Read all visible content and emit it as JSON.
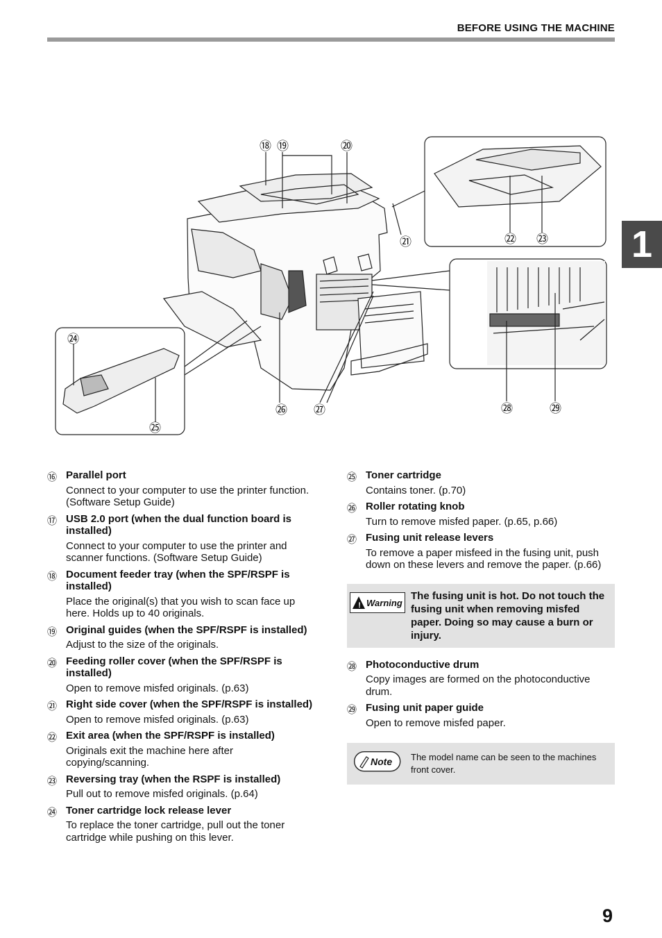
{
  "header": {
    "title": "BEFORE USING THE MACHINE"
  },
  "chapter_tab": "1",
  "page_number": "9",
  "figure_callouts": [
    "⑱",
    "⑲",
    "⑳",
    "㉑",
    "㉒",
    "㉓",
    "㉔",
    "㉕",
    "㉖",
    "㉗",
    "㉘",
    "㉙"
  ],
  "left_items": [
    {
      "num": "⑯",
      "title": "Parallel port",
      "desc": "Connect to your computer to use the printer function. (Software Setup Guide)"
    },
    {
      "num": "⑰",
      "title": "USB 2.0 port (when the dual function board is installed)",
      "desc": "Connect to your computer to use the printer and scanner functions. (Software Setup Guide)"
    },
    {
      "num": "⑱",
      "title": "Document feeder tray (when the SPF/RSPF is installed)",
      "desc": "Place the original(s) that you wish to scan face up here. Holds up to 40 originals."
    },
    {
      "num": "⑲",
      "title": "Original guides (when the SPF/RSPF is installed)",
      "desc": "Adjust to the size of the originals."
    },
    {
      "num": "⑳",
      "title": "Feeding roller cover (when the SPF/RSPF is installed)",
      "desc": "Open to remove misfed originals. (p.63)"
    },
    {
      "num": "㉑",
      "title": "Right side cover (when the SPF/RSPF is installed)",
      "desc": "Open to remove misfed originals. (p.63)"
    },
    {
      "num": "㉒",
      "title": "Exit area (when the SPF/RSPF is installed)",
      "desc": "Originals exit the machine here after copying/scanning."
    },
    {
      "num": "㉓",
      "title": "Reversing tray (when the RSPF is installed)",
      "desc": "Pull out to remove misfed originals. (p.64)"
    },
    {
      "num": "㉔",
      "title": "Toner cartridge lock release lever",
      "desc": "To replace the toner cartridge, pull out the toner cartridge while pushing on this lever."
    }
  ],
  "right_items_a": [
    {
      "num": "㉕",
      "title": "Toner cartridge",
      "desc": "Contains toner. (p.70)"
    },
    {
      "num": "㉖",
      "title": "Roller rotating knob",
      "desc": "Turn to remove misfed paper. (p.65, p.66)"
    },
    {
      "num": "㉗",
      "title": "Fusing unit release levers",
      "desc": "To remove a paper misfeed in the fusing unit, push down on these levers and remove the paper. (p.66)"
    }
  ],
  "warning": {
    "label": "Warning",
    "text": "The fusing unit is hot. Do not touch the fusing unit when removing misfed paper. Doing so may cause a burn or injury."
  },
  "right_items_b": [
    {
      "num": "㉘",
      "title": "Photoconductive drum",
      "desc": "Copy images are formed on the photoconductive drum."
    },
    {
      "num": "㉙",
      "title": "Fusing unit paper guide",
      "desc": "Open to remove misfed paper."
    }
  ],
  "note": {
    "label": "Note",
    "text": "The model name can be seen to the machines front cover."
  }
}
